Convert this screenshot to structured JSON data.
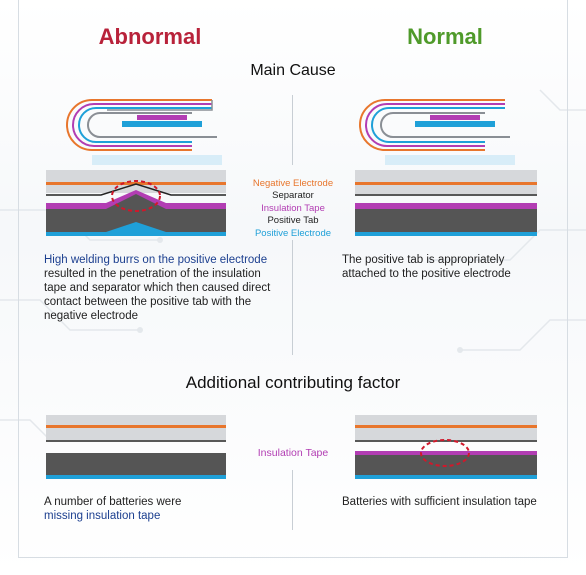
{
  "header": {
    "abnormal": "Abnormal",
    "normal": "Normal",
    "main_cause": "Main Cause",
    "additional": "Additional contributing factor"
  },
  "layers": {
    "negative_electrode": "Negative Electrode",
    "separator": "Separator",
    "insulation_tape": "Insulation Tape",
    "positive_tab": "Positive Tab",
    "positive_electrode": "Positive Electrode"
  },
  "lower_label": "Insulation Tape",
  "abnormal_desc": {
    "highlight": "High welding burrs on the positive electrode",
    "rest": " resulted in the penetration of the insulation tape and separator which then caused direct contact between the positive tab with the negative electrode"
  },
  "normal_desc": "The positive tab is appropriately attached to the positive electrode",
  "additional_abnormal_desc": {
    "plain": "A number of batteries were",
    "highlight": "missing insulation tape"
  },
  "additional_normal_desc": "Batteries with sufficient insulation tape",
  "colors": {
    "abnormal": "#b8223a",
    "normal": "#4f9a2a",
    "negative_electrode": "#e8762d",
    "separator": "#222222",
    "insulation_tape": "#b23db3",
    "positive_tab": "#555555",
    "positive_electrode": "#1fa0d8",
    "highlight_text": "#1c3f8f",
    "defect_marker": "#d0182b"
  }
}
